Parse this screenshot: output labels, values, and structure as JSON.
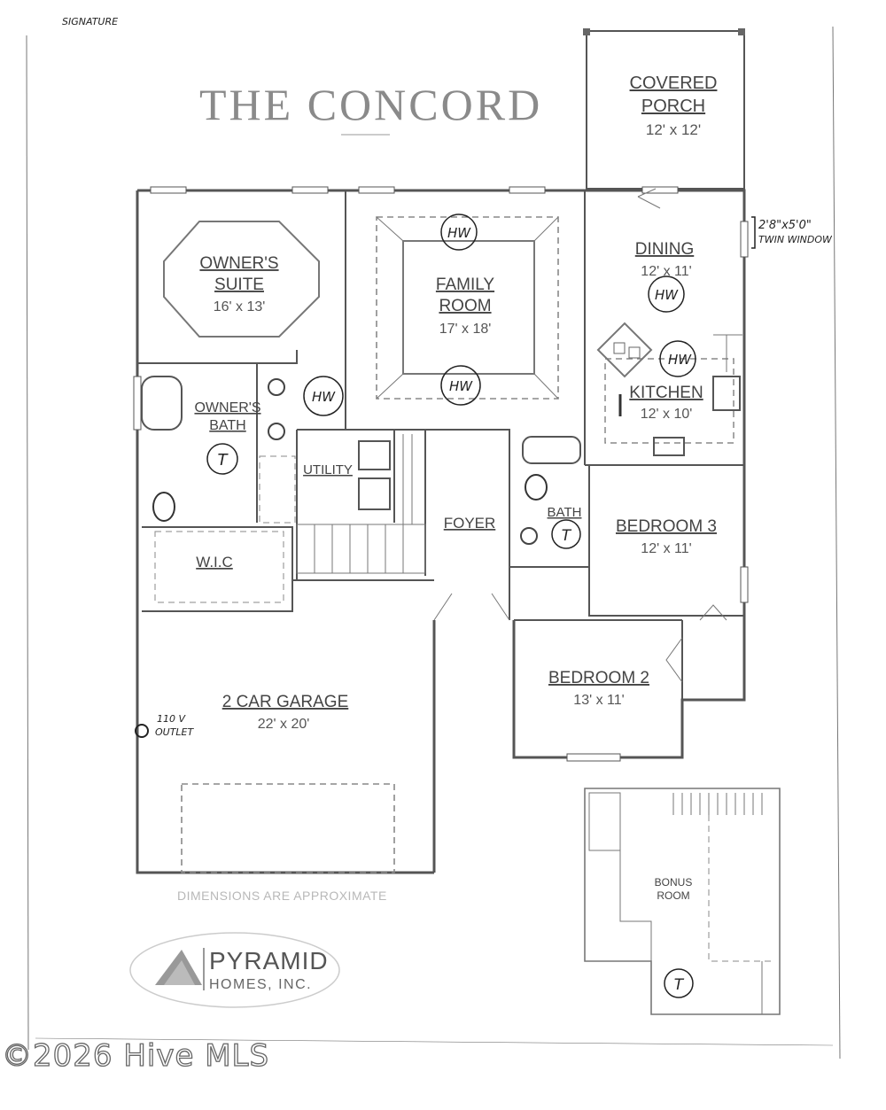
{
  "handwritten_top": "SIGNATURE",
  "title": "THE CONCORD",
  "rooms": {
    "covered_porch": {
      "name1": "COVERED",
      "name2": "PORCH",
      "dims": "12' x 12'"
    },
    "owners_suite": {
      "name1": "OWNER'S",
      "name2": "SUITE",
      "dims": "16' x 13'"
    },
    "family_room": {
      "name1": "FAMILY",
      "name2": "ROOM",
      "dims": "17' x 18'"
    },
    "dining": {
      "name": "DINING",
      "dims": "12' x 11'"
    },
    "kitchen": {
      "name": "KITCHEN",
      "dims": "12' x 10'"
    },
    "owners_bath": {
      "name1": "OWNER'S",
      "name2": "BATH"
    },
    "utility": {
      "name": "UTILITY"
    },
    "foyer": {
      "name": "FOYER"
    },
    "bath": {
      "name": "BATH"
    },
    "bedroom3": {
      "name": "BEDROOM 3",
      "dims": "12' x 11'"
    },
    "wic": {
      "name": "W.I.C"
    },
    "bedroom2": {
      "name": "BEDROOM 2",
      "dims": "13' x 11'"
    },
    "garage": {
      "name": "2 CAR GARAGE",
      "dims": "22' x 20'"
    },
    "bonus": {
      "name1": "BONUS",
      "name2": "ROOM"
    }
  },
  "marks": {
    "hw": "HW",
    "t": "T"
  },
  "annotations": {
    "twin_window_1": "2'8\"x5'0\"",
    "twin_window_2": "TWIN WINDOW",
    "outlet_1": "110 V",
    "outlet_2": "OUTLET"
  },
  "disclaimer": "DIMENSIONS ARE APPROXIMATE",
  "logo": {
    "line1": "PYRAMID",
    "line2": "HOMES, INC."
  },
  "watermark": "©2026 Hive MLS",
  "colors": {
    "line": "#555555",
    "text": "#444444",
    "title": "#8a8a8a"
  }
}
